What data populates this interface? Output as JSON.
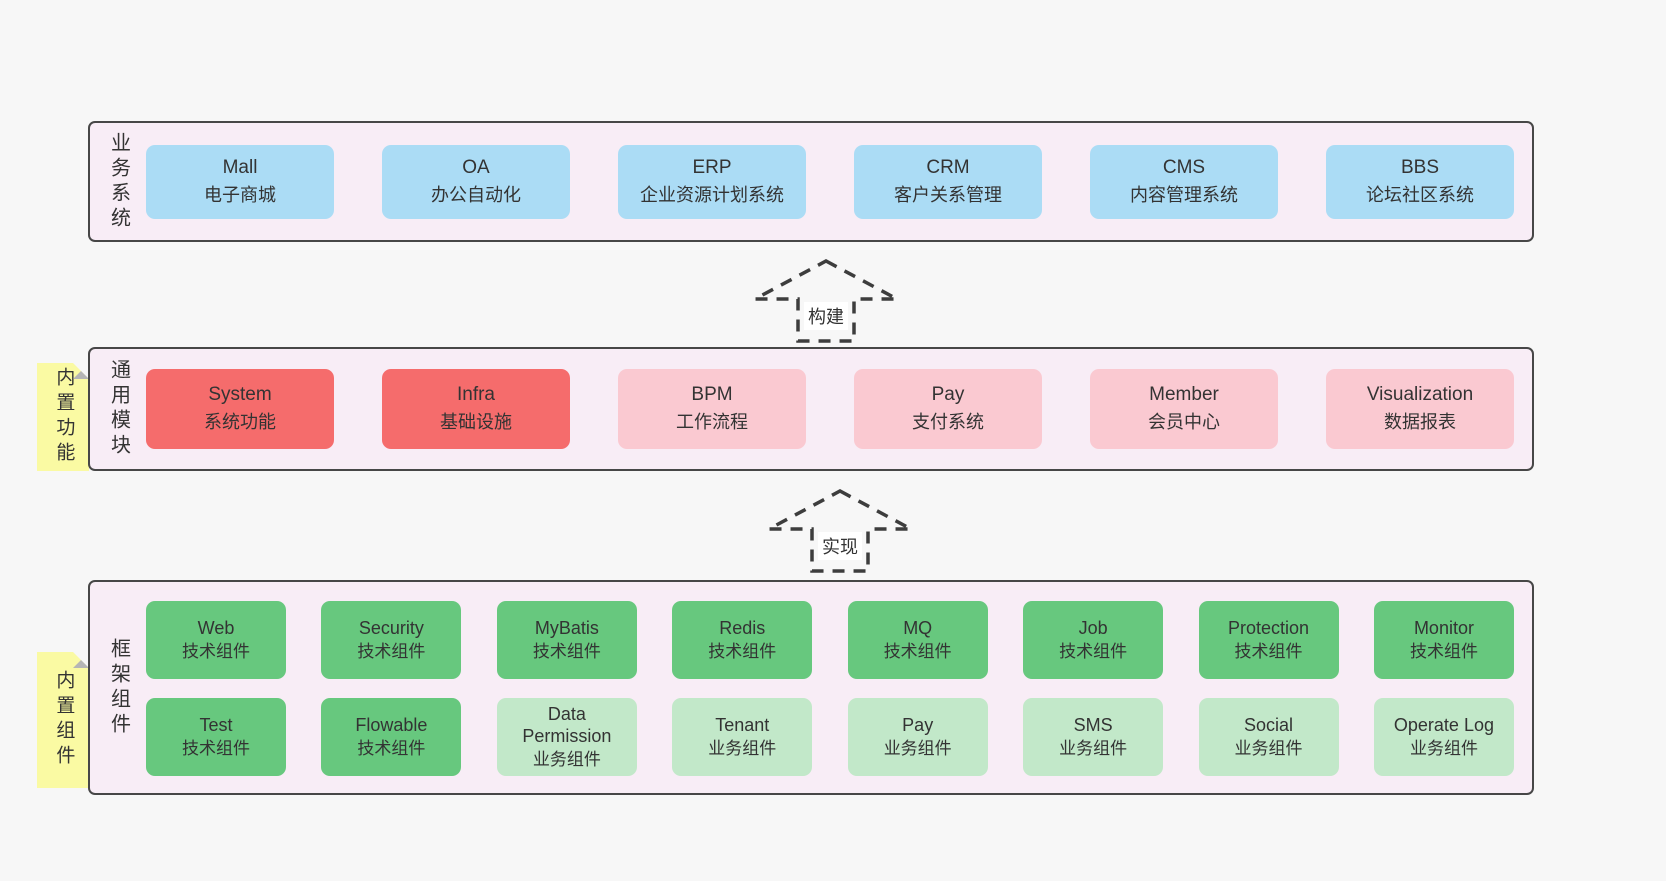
{
  "colors": {
    "page_bg": "#f7f7f7",
    "panel_bg": "#f8edf6",
    "panel_border": "#474747",
    "box_blue": "#abdcf5",
    "box_red": "#f56c6c",
    "box_pink": "#fac9d1",
    "box_green": "#67c87e",
    "box_lightgreen": "#c2e8c9",
    "sticky_yellow": "#fafaa3",
    "fold_gray": "#b5b5b5",
    "text": "#333333",
    "arrow": "#3d3d3d"
  },
  "arrows": [
    {
      "label": "构建"
    },
    {
      "label": "实现"
    }
  ],
  "layers": [
    {
      "side_label": "业务系统",
      "boxes": [
        {
          "title": "Mall",
          "subtitle": "电子商城",
          "variant": "blue"
        },
        {
          "title": "OA",
          "subtitle": "办公自动化",
          "variant": "blue"
        },
        {
          "title": "ERP",
          "subtitle": "企业资源计划系统",
          "variant": "blue"
        },
        {
          "title": "CRM",
          "subtitle": "客户关系管理",
          "variant": "blue"
        },
        {
          "title": "CMS",
          "subtitle": "内容管理系统",
          "variant": "blue"
        },
        {
          "title": "BBS",
          "subtitle": "论坛社区系统",
          "variant": "blue"
        }
      ]
    },
    {
      "side_label": "通用模块",
      "sticky_label": "内置功能",
      "boxes": [
        {
          "title": "System",
          "subtitle": "系统功能",
          "variant": "red"
        },
        {
          "title": "Infra",
          "subtitle": "基础设施",
          "variant": "red"
        },
        {
          "title": "BPM",
          "subtitle": "工作流程",
          "variant": "pink"
        },
        {
          "title": "Pay",
          "subtitle": "支付系统",
          "variant": "pink"
        },
        {
          "title": "Member",
          "subtitle": "会员中心",
          "variant": "pink"
        },
        {
          "title": "Visualization",
          "subtitle": "数据报表",
          "variant": "pink"
        }
      ]
    },
    {
      "side_label": "框架组件",
      "sticky_label": "内置组件",
      "rows": [
        [
          {
            "title": "Web",
            "subtitle": "技术组件",
            "variant": "green"
          },
          {
            "title": "Security",
            "subtitle": "技术组件",
            "variant": "green"
          },
          {
            "title": "MyBatis",
            "subtitle": "技术组件",
            "variant": "green"
          },
          {
            "title": "Redis",
            "subtitle": "技术组件",
            "variant": "green"
          },
          {
            "title": "MQ",
            "subtitle": "技术组件",
            "variant": "green"
          },
          {
            "title": "Job",
            "subtitle": "技术组件",
            "variant": "green"
          },
          {
            "title": "Protection",
            "subtitle": "技术组件",
            "variant": "green"
          },
          {
            "title": "Monitor",
            "subtitle": "技术组件",
            "variant": "green"
          }
        ],
        [
          {
            "title": "Test",
            "subtitle": "技术组件",
            "variant": "green"
          },
          {
            "title": "Flowable",
            "subtitle": "技术组件",
            "variant": "green"
          },
          {
            "title": "Data Permission",
            "subtitle": "业务组件",
            "variant": "lightgreen"
          },
          {
            "title": "Tenant",
            "subtitle": "业务组件",
            "variant": "lightgreen"
          },
          {
            "title": "Pay",
            "subtitle": "业务组件",
            "variant": "lightgreen"
          },
          {
            "title": "SMS",
            "subtitle": "业务组件",
            "variant": "lightgreen"
          },
          {
            "title": "Social",
            "subtitle": "业务组件",
            "variant": "lightgreen"
          },
          {
            "title": "Operate Log",
            "subtitle": "业务组件",
            "variant": "lightgreen"
          }
        ]
      ]
    }
  ]
}
